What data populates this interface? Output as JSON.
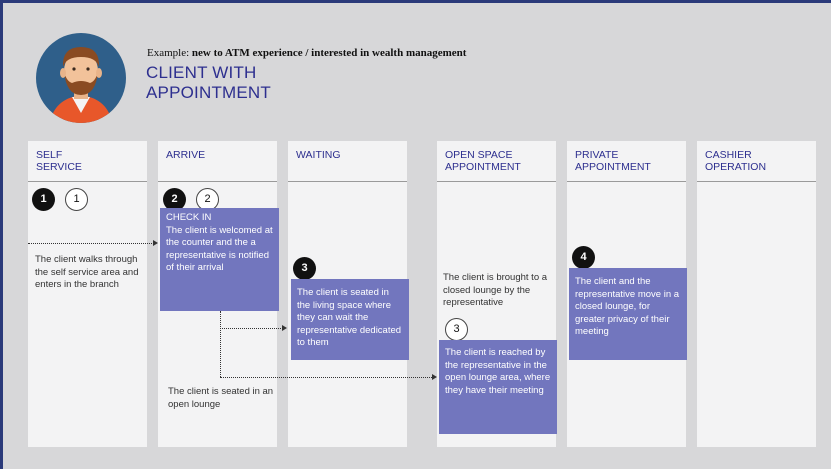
{
  "header": {
    "example_prefix": "Example: ",
    "example_text": "new to ATM experience / interested in wealth management",
    "title": "CLIENT WITH APPOINTMENT"
  },
  "avatar": {
    "icon": "bearded-man-avatar-icon",
    "background": "#2f5f8a"
  },
  "columns": [
    {
      "label_line1": "SELF",
      "label_line2": "SERVICE"
    },
    {
      "label_line1": "ARRIVE",
      "label_line2": ""
    },
    {
      "label_line1": "WAITING",
      "label_line2": ""
    },
    {
      "label_line1": "OPEN SPACE",
      "label_line2": "APPOINTMENT"
    },
    {
      "label_line1": "PRIVATE",
      "label_line2": "APPOINTMENT"
    },
    {
      "label_line1": "CASHIER",
      "label_line2": "OPERATION"
    }
  ],
  "badges": {
    "self_filled": "1",
    "self_outline": "1",
    "arrive_filled": "2",
    "arrive_outline": "2",
    "waiting_filled": "3",
    "open_outline": "3",
    "private_filled": "4"
  },
  "texts": {
    "self_note": "The client walks through the self service area and enters in the branch",
    "checkin_title": "CHECK IN",
    "checkin_body": "The client is welcomed at the counter and the a representative is notified of their arrival",
    "arrive_note": "The client is seated in an open lounge",
    "waiting_box": "The client is seated in the living space where they can wait the representative dedicated to them",
    "open_note": "The client is brought to a closed lounge by the representative",
    "open_box": "The client is reached by the representative in the open lounge area, where they have their meeting",
    "private_box": "The client and the representative move in a closed lounge, for greater privacy of their meeting"
  },
  "colors": {
    "accent": "#2d2f8f",
    "box": "#7276be",
    "background": "#d7d7d9",
    "column": "#f3f3f4"
  }
}
